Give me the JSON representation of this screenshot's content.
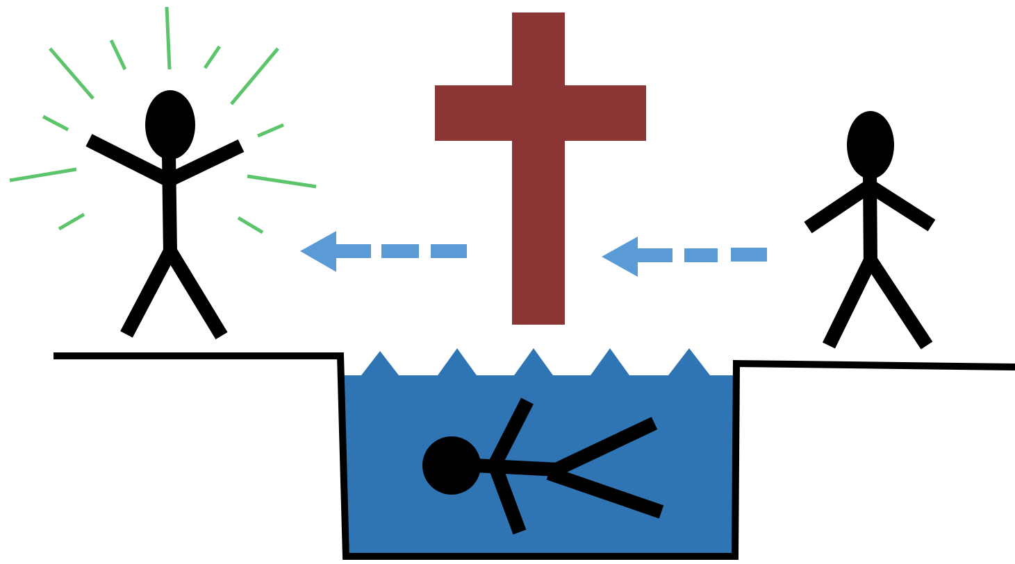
{
  "diagram": {
    "colors": {
      "background": "#ffffff",
      "ink": "#000000",
      "cross": "#8b3535",
      "water": "#2f74b3",
      "arrow": "#5b9bd5",
      "radiance": "#5cc46a"
    },
    "figures": [
      {
        "id": "figure-before",
        "pose": "standing",
        "icon": "stick-figure-icon"
      },
      {
        "id": "figure-submerged",
        "pose": "lying-in-water",
        "icon": "stick-figure-icon"
      },
      {
        "id": "figure-after",
        "pose": "arms-raised-radiant",
        "icon": "stick-figure-icon"
      }
    ],
    "symbols": {
      "cross": "cross-icon",
      "water": "water-icon",
      "flow_arrows": [
        "dashed-arrow-left-icon",
        "dashed-arrow-left-icon"
      ]
    }
  }
}
